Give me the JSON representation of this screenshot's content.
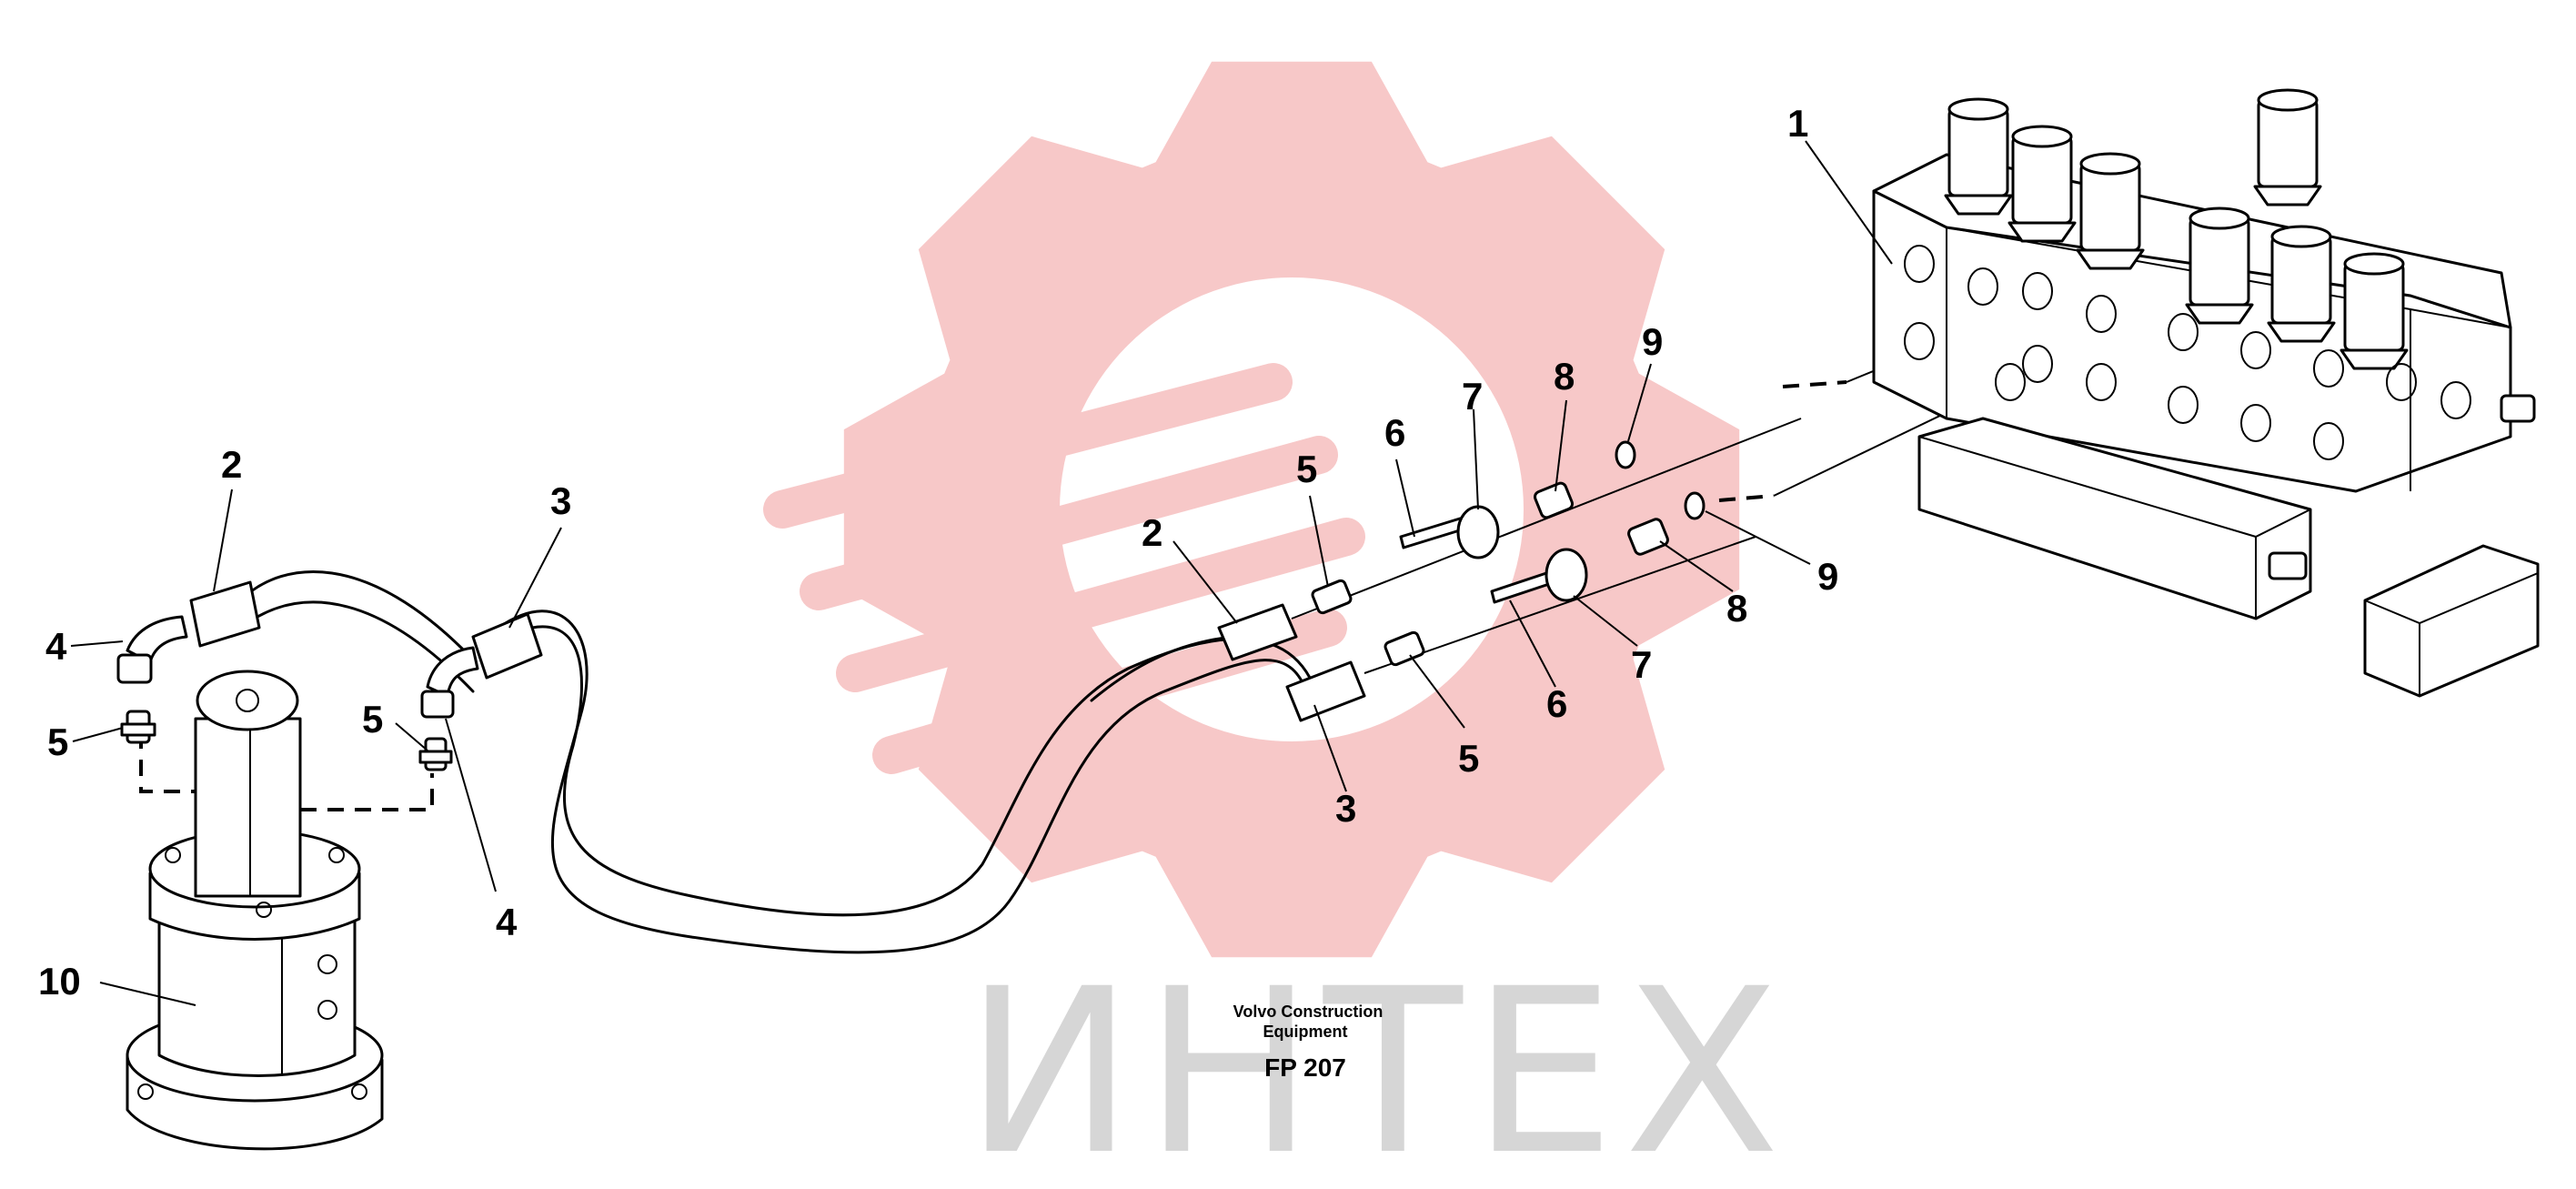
{
  "colors": {
    "watermark_gear": "#f7c8c8",
    "watermark_text": "#d6d6d6",
    "line": "#000000"
  },
  "caption": {
    "company_line1": "Volvo Construction",
    "company_line2": "Equipment",
    "figure_code": "FP 207"
  },
  "watermark_text": "ИНТЕХ",
  "callouts": {
    "c1": "1",
    "c2a": "2",
    "c2b": "2",
    "c3a": "3",
    "c3b": "3",
    "c4a": "4",
    "c4b": "4",
    "c5a": "5",
    "c5b": "5",
    "c5c": "5",
    "c5d": "5",
    "c6a": "6",
    "c6b": "6",
    "c7a": "7",
    "c7b": "7",
    "c8a": "8",
    "c8b": "8",
    "c9a": "9",
    "c9b": "9",
    "c10": "10"
  }
}
